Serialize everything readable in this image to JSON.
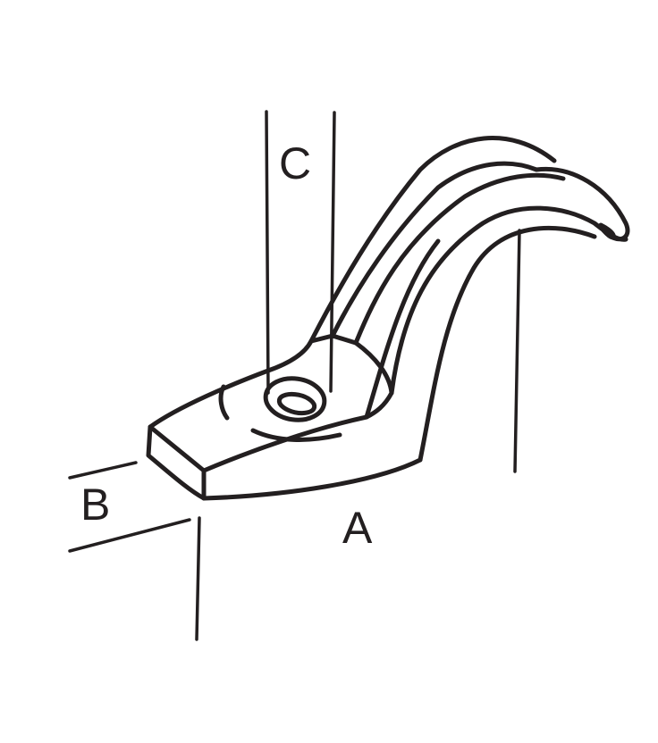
{
  "diagram": {
    "subject": "hook-bracket-part",
    "stroke_color": "#231f20",
    "background": "#ffffff",
    "labels": {
      "a": "A",
      "b": "B",
      "c": "C"
    }
  }
}
